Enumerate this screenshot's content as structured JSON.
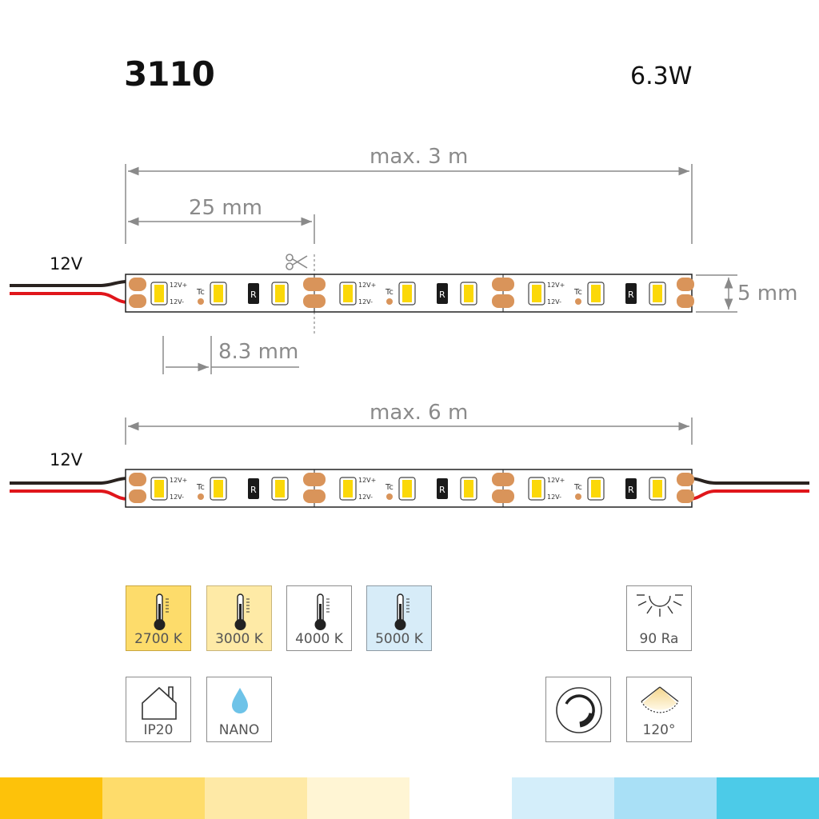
{
  "header": {
    "title": "3110",
    "power": "6.3W"
  },
  "strip1": {
    "voltage": "12V",
    "total_length": "max. 3 m",
    "segment_length": "25 mm",
    "width": "5 mm",
    "led_pitch": "8.3 mm"
  },
  "strip2": {
    "voltage": "12V",
    "total_length": "max. 6 m"
  },
  "pad_labels": {
    "plus": "12V+",
    "minus": "12V-",
    "tc": "Tc",
    "resistor": "R"
  },
  "color_temps": [
    {
      "label": "2700 K",
      "fill": "#fddc6b",
      "border": "#c9a640"
    },
    {
      "label": "3000 K",
      "fill": "#feeaa6",
      "border": "#c9b57a"
    },
    {
      "label": "4000 K",
      "fill": "#ffffff",
      "border": "#8d8d8d"
    },
    {
      "label": "5000 K",
      "fill": "#d7ecf8",
      "border": "#8d9aa3"
    }
  ],
  "features": {
    "cri": "90 Ra",
    "ip": "IP20",
    "coating": "NANO",
    "angle": "120°"
  },
  "icons": [
    "scissors-icon",
    "thermometer-icon",
    "house-icon",
    "water-drop-icon",
    "sun-icon",
    "dimmer-icon",
    "beam-angle-icon"
  ],
  "color_band": [
    "#fdc20a",
    "#fedc6b",
    "#fee9a6",
    "#fff5d4",
    "#ffffff",
    "#d4eefa",
    "#a9e0f6",
    "#4ccbe8"
  ]
}
